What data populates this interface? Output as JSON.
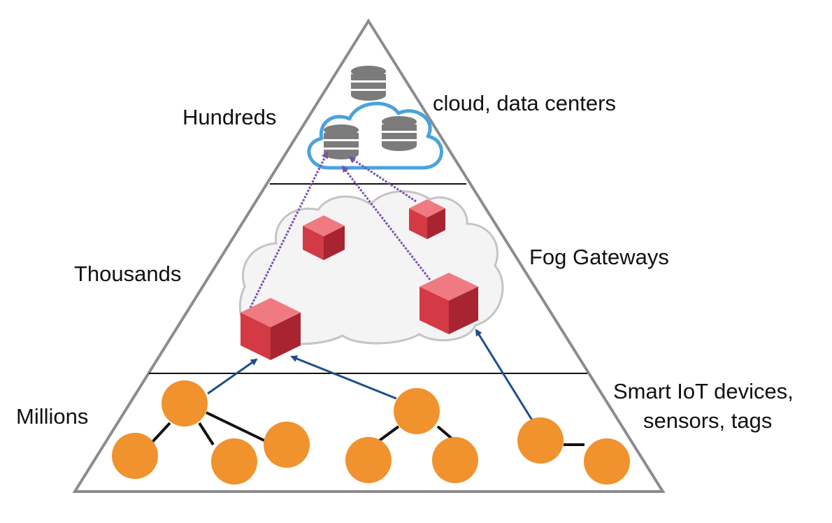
{
  "labels": {
    "cloud_count": "Hundreds",
    "cloud_desc": "cloud, data centers",
    "fog_count": "Thousands",
    "fog_desc": "Fog Gateways",
    "device_count": "Millions",
    "device_desc_line1": "Smart IoT devices,",
    "device_desc_line2": "sensors, tags"
  },
  "colors": {
    "pyramid_outline": "#8a8c90",
    "cloud_outline": "#4aa3dc",
    "fog_cloud_fill": "#f4f4f4",
    "fog_cloud_outline": "#c4c4c4",
    "database": "#7b7b7b",
    "gateway_front": "#d33a45",
    "gateway_top": "#f07a82",
    "gateway_side": "#a82430",
    "device": "#f0922d",
    "device_to_fog_arrow": "#1f4f8a",
    "fog_to_cloud_arrow": "#7b4fae"
  },
  "icons": [
    "database-icon",
    "gateway-cube-icon",
    "device-node-icon",
    "cloud-icon"
  ]
}
